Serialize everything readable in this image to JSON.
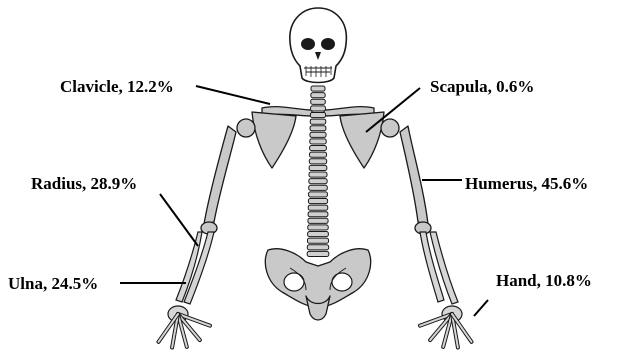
{
  "labels": {
    "clavicle": "Clavicle, 12.2%",
    "scapula": "Scapula, 0.6%",
    "radius": "Radius, 28.9%",
    "humerus": "Humerus, 45.6%",
    "ulna": "Ulna, 24.5%",
    "hand": "Hand, 10.8%"
  },
  "colors": {
    "bone_fill": "#c9c9c9",
    "outline": "#1a1a1a",
    "background": "#ffffff"
  }
}
